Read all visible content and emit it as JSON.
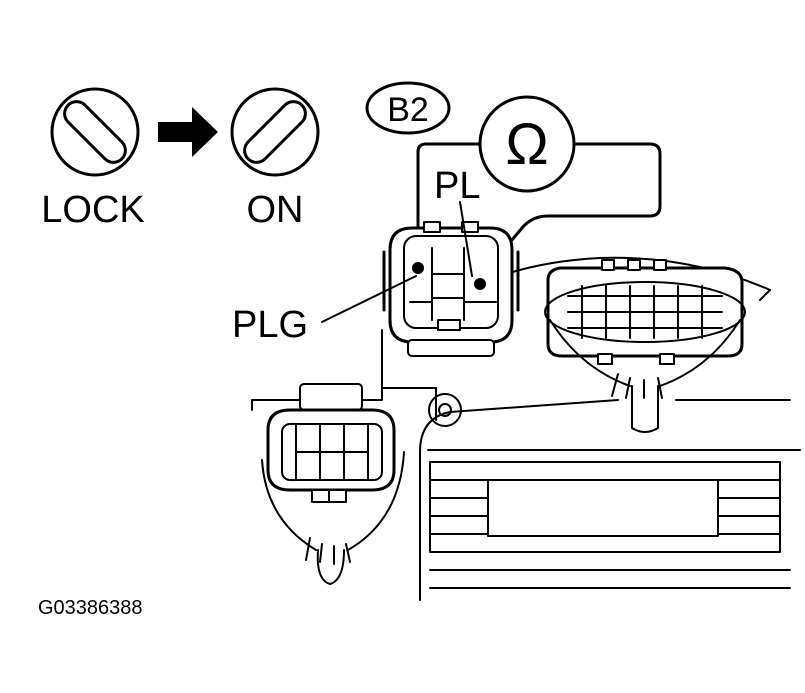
{
  "ignition": {
    "from_label": "LOCK",
    "to_label": "ON",
    "from_icon": "key-slot-lock-icon",
    "to_icon": "key-slot-on-icon",
    "arrow_icon": "right-arrow-icon"
  },
  "connector_badge": "B2",
  "ohmmeter_symbol": "Ω",
  "terminals": {
    "pl": "PL",
    "plg": "PLG"
  },
  "figure_code": "G03386388"
}
